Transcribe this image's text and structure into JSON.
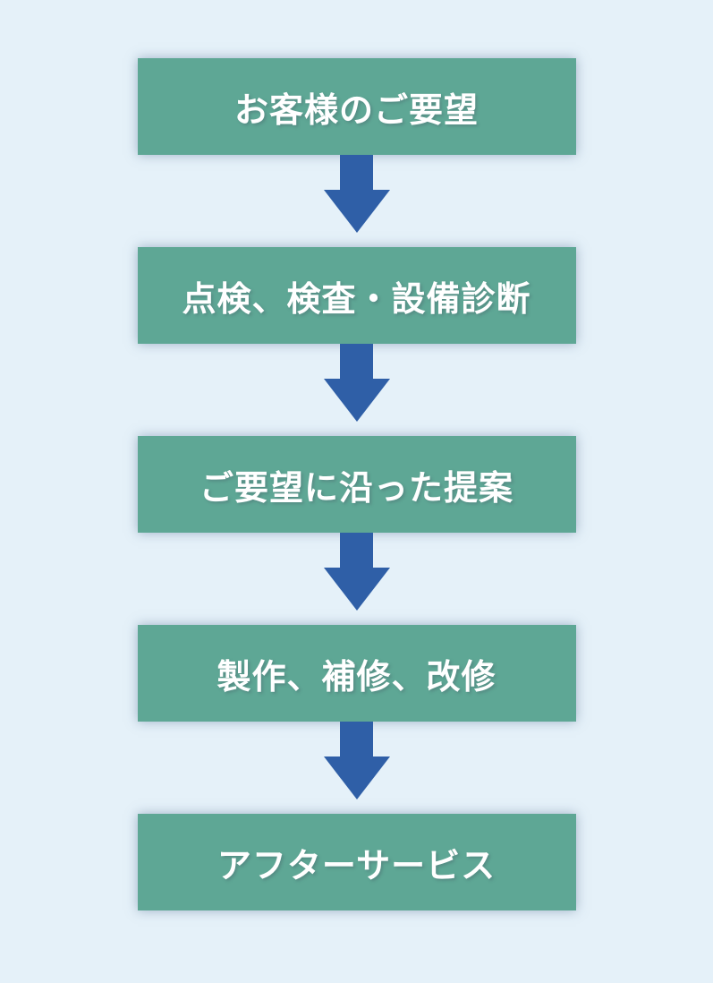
{
  "page": {
    "background_color": "#e5f1f9",
    "box_color": "#5ea795",
    "arrow_color": "#2f5fa7",
    "text_color": "#ffffff"
  },
  "flow": {
    "type": "vertical-flowchart",
    "arrow_direction": "down",
    "arrow_count": 4,
    "steps": [
      {
        "label": "お客様のご要望"
      },
      {
        "label": "点検、検査・設備診断"
      },
      {
        "label": "ご要望に沿った提案"
      },
      {
        "label": "製作、補修、改修"
      },
      {
        "label": "アフターサービス"
      }
    ]
  }
}
